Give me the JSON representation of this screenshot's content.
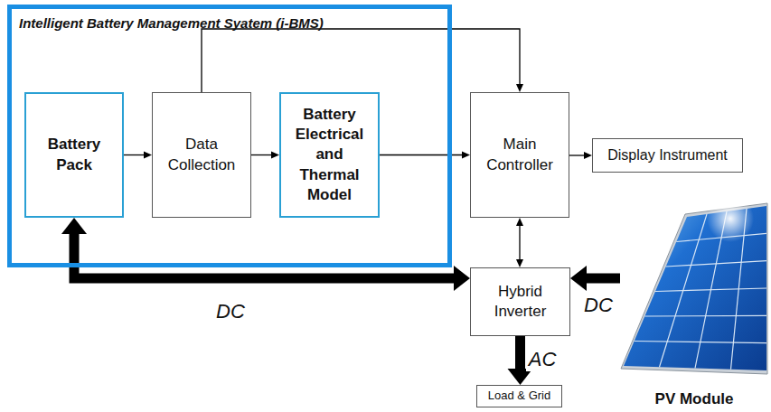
{
  "diagram": {
    "nodes": [
      {
        "text": [
          "Intelligent Battery Management Syatem (i-BMS)"
        ]
      },
      {
        "text": [
          "Battery Pack"
        ],
        "in": 0
      },
      {
        "text": [
          "Data Collection"
        ],
        "in": 0
      },
      {
        "text": [
          "Battery Electrical and Thermal Model"
        ],
        "in": 0
      },
      {
        "text": [
          "Main Controller"
        ]
      },
      {
        "text": [
          "Display Instrument"
        ]
      },
      {
        "text": [
          "Hybrid Inverter"
        ]
      },
      {
        "text": [
          "Load & Grid"
        ]
      },
      {
        "text": [
          "PV Module"
        ]
      }
    ],
    "edges": [
      {
        "from": 1,
        "to": 2,
        "arrow": "to"
      },
      {
        "from": 2,
        "to": 3,
        "arrow": "to"
      },
      {
        "from": 3,
        "to": 4,
        "arrow": "to"
      },
      {
        "from": 2,
        "to": 4,
        "arrow": "to"
      },
      {
        "from": 4,
        "to": 5,
        "arrow": "to"
      },
      {
        "from": 4,
        "to": 6,
        "arrow": "both"
      },
      {
        "from": 1,
        "to": 6,
        "label": "DC",
        "arrow": "both"
      },
      {
        "from": 8,
        "to": 6,
        "label": "DC",
        "arrow": "to"
      },
      {
        "from": 6,
        "to": 7,
        "label": "AC",
        "arrow": "to"
      }
    ]
  }
}
